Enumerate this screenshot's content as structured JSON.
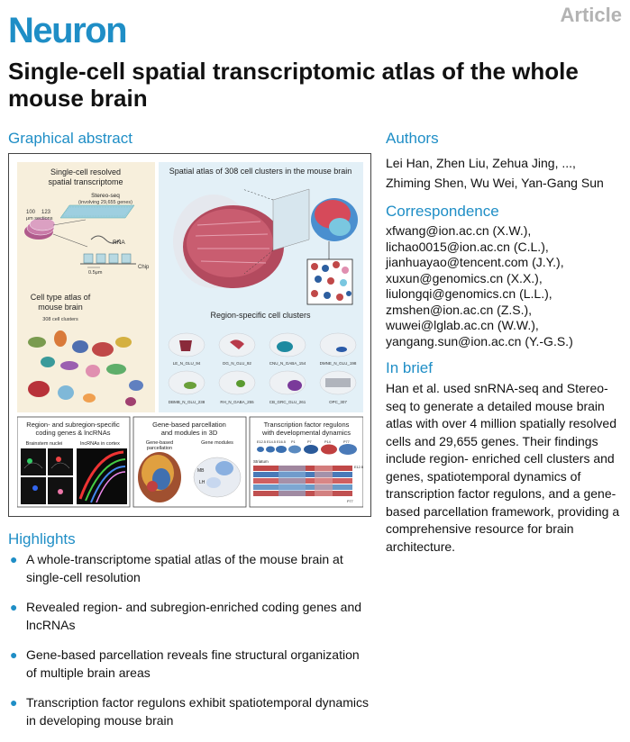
{
  "header": {
    "journal": "Neuron",
    "article_type": "Article"
  },
  "title": "Single-cell spatial transcriptomic atlas of the whole mouse brain",
  "graphical_abstract": {
    "heading": "Graphical abstract",
    "panel1_title1": "Single-cell resolved",
    "panel1_title2": "spatial transcriptome",
    "stereo_label": "Stereo-seq",
    "stereo_sub": "(involving 29,655 genes)",
    "sections_num1": "100",
    "sections_num2": "123",
    "sections_label": "μm sections",
    "rna_label": "RNA",
    "scale_label": "0.5μm",
    "chip_label": "Chip",
    "celltype_title1": "Cell type atlas of",
    "celltype_title2": "mouse brain",
    "clusters_label": "308 cell clusters",
    "atlas_title": "Spatial atlas of 308 cell clusters in the mouse brain",
    "region_title": "Region-specific cell clusters",
    "clusters": [
      "LE_N_GLU_94",
      "DG_N_GLU_92",
      "CNU_N_GABA_154",
      "DMNE_N_GLU_198",
      "DBMB_N_GLU_238",
      "RH_N_GABA_255",
      "CB_GRC_GLU_261",
      "OPC_307"
    ],
    "bottom1_title1": "Region- and subregion-specific",
    "bottom1_title2": "coding genes & lncRNAs",
    "brainstem_label": "Brainstem nuclei",
    "lncrna_label": "lncRNAs in cortex",
    "bottom2_title1": "Gene-based parcellation",
    "bottom2_title2": "and modules in 3D",
    "gene_based_label1": "Gene-based",
    "gene_based_label2": "parcellation",
    "gene_modules_label": "Gene modules",
    "mb_label": "MB",
    "lh_label": "LH",
    "bottom3_title1": "Transcription factor regulons",
    "bottom3_title2": "with developmental dynamics",
    "timepoints": [
      "E12.5",
      "E14.5",
      "E16.5",
      "P1",
      "P7",
      "P14",
      "P77"
    ],
    "striatum_label": "Striatum",
    "e125_label": "E12.5",
    "p77_label": "P77"
  },
  "authors": {
    "heading": "Authors",
    "line1": "Lei Han, Zhen Liu, Zehua Jing, ...,",
    "line2": "Zhiming Shen, Wu Wei, Yan-Gang Sun"
  },
  "correspondence": {
    "heading": "Correspondence",
    "emails": [
      "xfwang@ion.ac.cn (X.W.),",
      "lichao0015@ion.ac.cn (C.L.),",
      "jianhuayao@tencent.com (J.Y.),",
      "xuxun@genomics.cn (X.X.),",
      "liulongqi@genomics.cn (L.L.),",
      "zmshen@ion.ac.cn (Z.S.),",
      "wuwei@lglab.ac.cn (W.W.),",
      "yangang.sun@ion.ac.cn (Y.-G.S.)"
    ]
  },
  "in_brief": {
    "heading": "In brief",
    "text": "Han et al. used snRNA-seq and Stereo-seq to generate a detailed mouse brain atlas with over 4 million spatially resolved cells and 29,655 genes. Their findings include region- enriched cell clusters and genes, spatiotemporal dynamics of transcription factor regulons, and a gene-based parcellation framework, providing a comprehensive resource for brain architecture."
  },
  "highlights": {
    "heading": "Highlights",
    "items": [
      "A whole-transcriptome spatial atlas of the mouse brain at single-cell resolution",
      "Revealed region- and subregion-enriched coding genes and lncRNAs",
      "Gene-based parcellation reveals fine structural organization of multiple brain areas",
      "Transcription factor regulons exhibit spatiotemporal dynamics in developing mouse brain"
    ]
  },
  "colors": {
    "accent": "#1f8ec6",
    "article_gray": "#b3b3b3",
    "panel_beige": "#f7efdc",
    "panel_blue": "#e3f0f7"
  }
}
